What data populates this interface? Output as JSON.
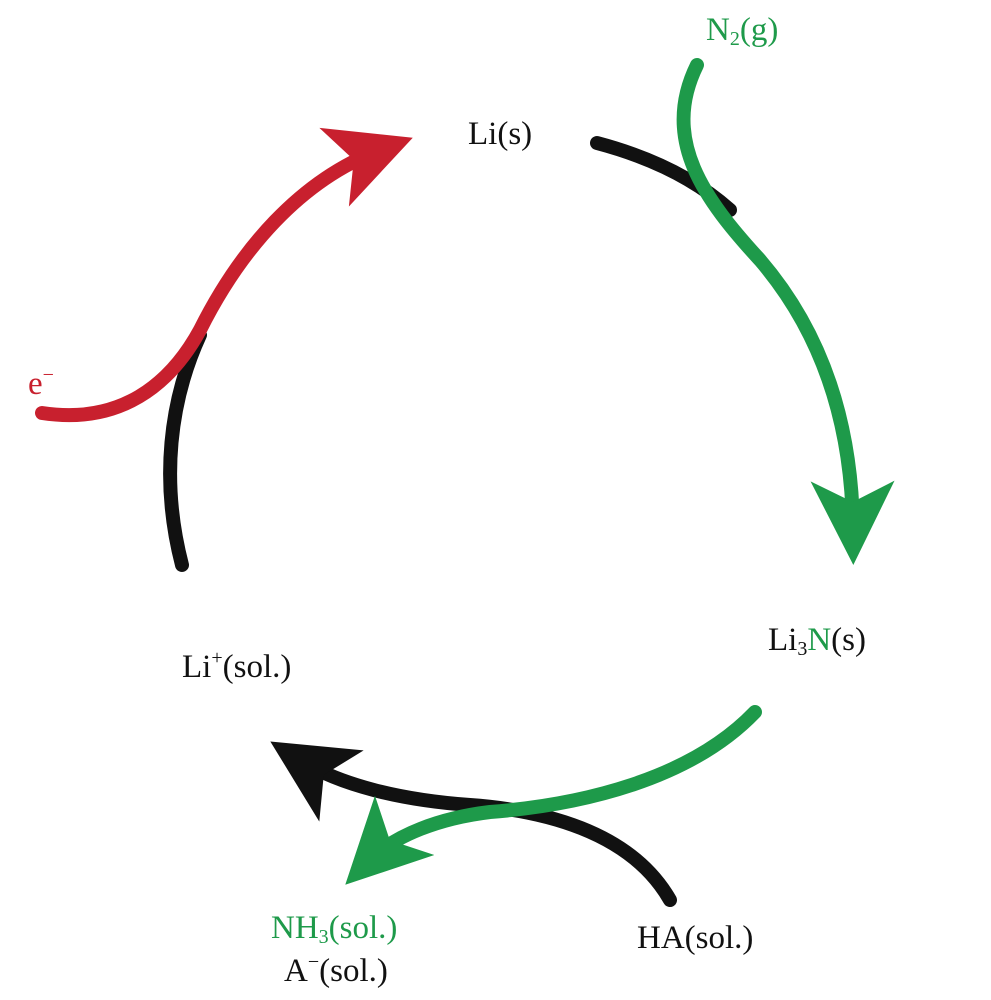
{
  "colors": {
    "black": "#111111",
    "green": "#1e9a4a",
    "red": "#c8202e"
  },
  "labels": {
    "li_solid": "Li(s)",
    "n2_gas": {
      "base": "N",
      "sub": "2",
      "tail": "(g)"
    },
    "li3n_solid": {
      "base": "Li",
      "sub": "3",
      "green": "N",
      "tail": "(s)"
    },
    "li_plus_sol": {
      "base": "Li",
      "sup": "+",
      "tail": "(sol.)"
    },
    "electron": {
      "base": "e",
      "sup": "−"
    },
    "nh3_sol": {
      "base": "NH",
      "sub": "3",
      "tail": "(sol.)"
    },
    "a_minus_sol": {
      "base": "A",
      "sup": "−",
      "tail": "(sol.)"
    },
    "ha_sol": "HA(sol.)"
  }
}
